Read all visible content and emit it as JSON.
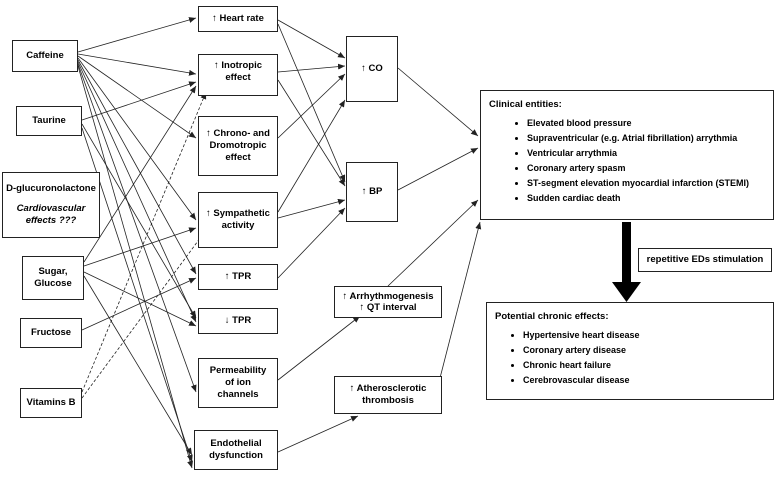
{
  "sources": {
    "caffeine": "Caffeine",
    "taurine": "Taurine",
    "dglucuronolactone": "D-glucuronolactone",
    "dglucuronolactone_note": "Cardiovascular effects ???",
    "sugar_glucose": "Sugar, Glucose",
    "fructose": "Fructose",
    "vitamins_b": "Vitamins B"
  },
  "mechanisms": {
    "heart_rate": "↑ Heart rate",
    "inotropic": "↑ Inotropic effect",
    "chrono_dromotropic": "↑ Chrono- and Dromotropic effect",
    "sympathetic": "↑ Sympathetic activity",
    "tpr_up": "↑ TPR",
    "tpr_down": "↓ TPR",
    "permeability": "Permeability of ion channels",
    "endothelial": "Endothelial dysfunction"
  },
  "outcomes": {
    "co": "↑ CO",
    "bp": "↑ BP",
    "arrhythmogenesis": "↑ Arrhythmogenesis\n↑ QT interval",
    "atherosclerotic": "↑ Atherosclerotic thrombosis"
  },
  "clinical": {
    "title": "Clinical entities:",
    "items": [
      "Elevated blood pressure",
      "Supraventricular (e.g. Atrial fibrillation) arrythmia",
      "Ventricular arrythmia",
      "Coronary artery spasm",
      "ST-segment elevation myocardial infarction (STEMI)",
      "Sudden cardiac death"
    ]
  },
  "repetitive_label": "repetitive EDs stimulation",
  "chronic": {
    "title": "Potential chronic effects:",
    "items": [
      "Hypertensive heart disease",
      "Coronary artery disease",
      "Chronic heart failure",
      "Cerebrovascular disease"
    ]
  },
  "colors": {
    "line": "#222222",
    "background": "#ffffff"
  }
}
